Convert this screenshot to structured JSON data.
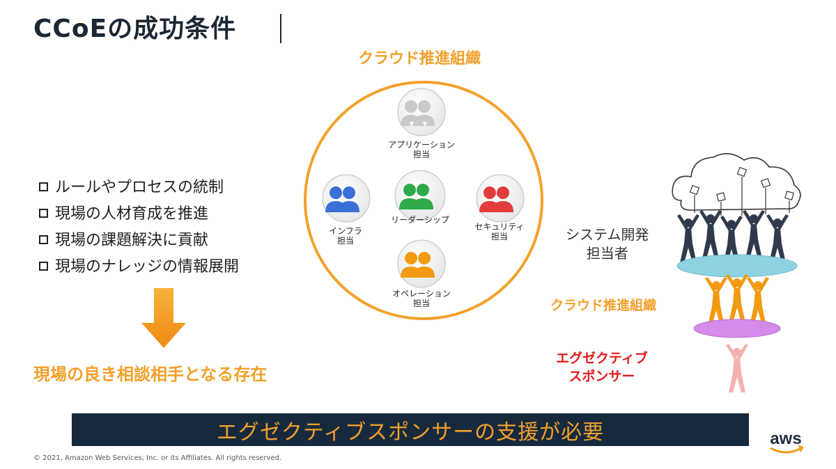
{
  "slide": {
    "title": "CCoEの成功条件",
    "org_heading": "クラウド推進組織",
    "bullets": [
      "ルールやプロセスの統制",
      "現場の人材育成を推進",
      "現場の課題解決に貢献",
      "現場のナレッジの情報展開"
    ],
    "conclusion": "現場の良き相談相手となる存在",
    "banner": "エグゼクティブスポンサーの支援が必要",
    "copyright": "© 2021, Amazon Web Services, Inc. or its Affiliates. All rights reserved.",
    "logo_text": "aws"
  },
  "org_circle": {
    "roles": [
      {
        "line1": "アプリケーション",
        "line2": "担当",
        "color": "#c9c9c9"
      },
      {
        "line1": "インフラ",
        "line2": "担当",
        "color": "#3a6fd8"
      },
      {
        "line1": "リーダーシップ",
        "line2": "",
        "color": "#2eaa48"
      },
      {
        "line1": "セキュリティ",
        "line2": "担当",
        "color": "#e23c3c"
      },
      {
        "line1": "オペレーション",
        "line2": "担当",
        "color": "#f29a12"
      }
    ],
    "ring_color": "#f3a02a"
  },
  "pyramid": {
    "top_label_line1": "システム開発",
    "top_label_line2": "担当者",
    "middle_label": "クラウド推進組織",
    "bottom_label_line1": "エグゼクティブ",
    "bottom_label_line2": "スポンサー",
    "colors": {
      "top_people": "#2f3b4c",
      "top_disk": "#8fd3e3",
      "middle_people": "#f29a12",
      "middle_disk": "#d58bea",
      "bottom_person": "#f6b0b0"
    }
  },
  "theme": {
    "accent": "#f3a02a",
    "dark": "#172a3d",
    "exec_red": "#e21b1b"
  }
}
